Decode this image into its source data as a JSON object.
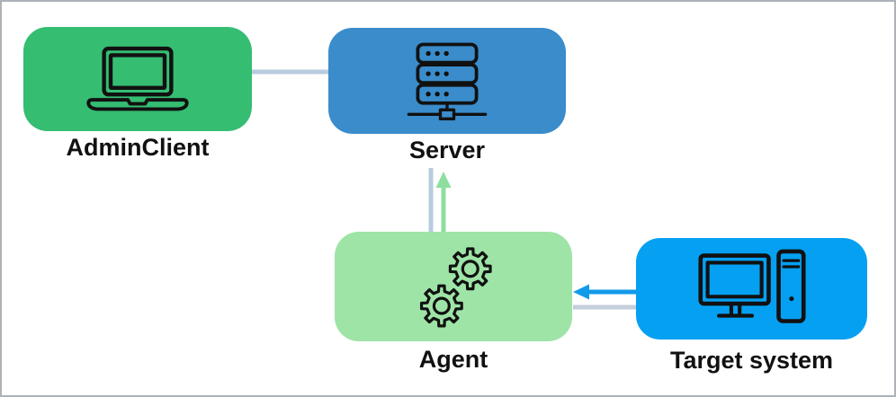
{
  "diagram": {
    "canvas": {
      "background": "#ffffff",
      "border_color": "#aeb3b9"
    },
    "icon_color": "#111111",
    "nodes": {
      "admin_client": {
        "label": "AdminClient",
        "color": "#35BD72",
        "icon": "laptop-icon"
      },
      "server": {
        "label": "Server",
        "color": "#3A8CCB",
        "icon": "server-rack-icon"
      },
      "agent": {
        "label": "Agent",
        "color": "#9EE4A7",
        "icon": "gears-icon"
      },
      "target_system": {
        "label": "Target system",
        "color": "#05A0F2",
        "icon": "desktop-computer-icon"
      }
    },
    "connectors": {
      "admin_server_line": {
        "from": "AdminClient",
        "to": "Server",
        "style": "plain-line",
        "color": "#B9CBDE"
      },
      "server_agent_line": {
        "from": "Server",
        "to": "Agent",
        "style": "plain-line",
        "color": "#B9CBDE"
      },
      "agent_to_server_arrow": {
        "from": "Agent",
        "to": "Server",
        "style": "arrow-up",
        "color": "#8EDF9D"
      },
      "target_to_agent_arrow": {
        "from": "Target system",
        "to": "Agent",
        "style": "arrow-left",
        "color": "#129AE9"
      },
      "agent_target_line": {
        "from": "Agent",
        "to": "Target system",
        "style": "plain-line",
        "color": "#C3CFDC"
      }
    }
  }
}
